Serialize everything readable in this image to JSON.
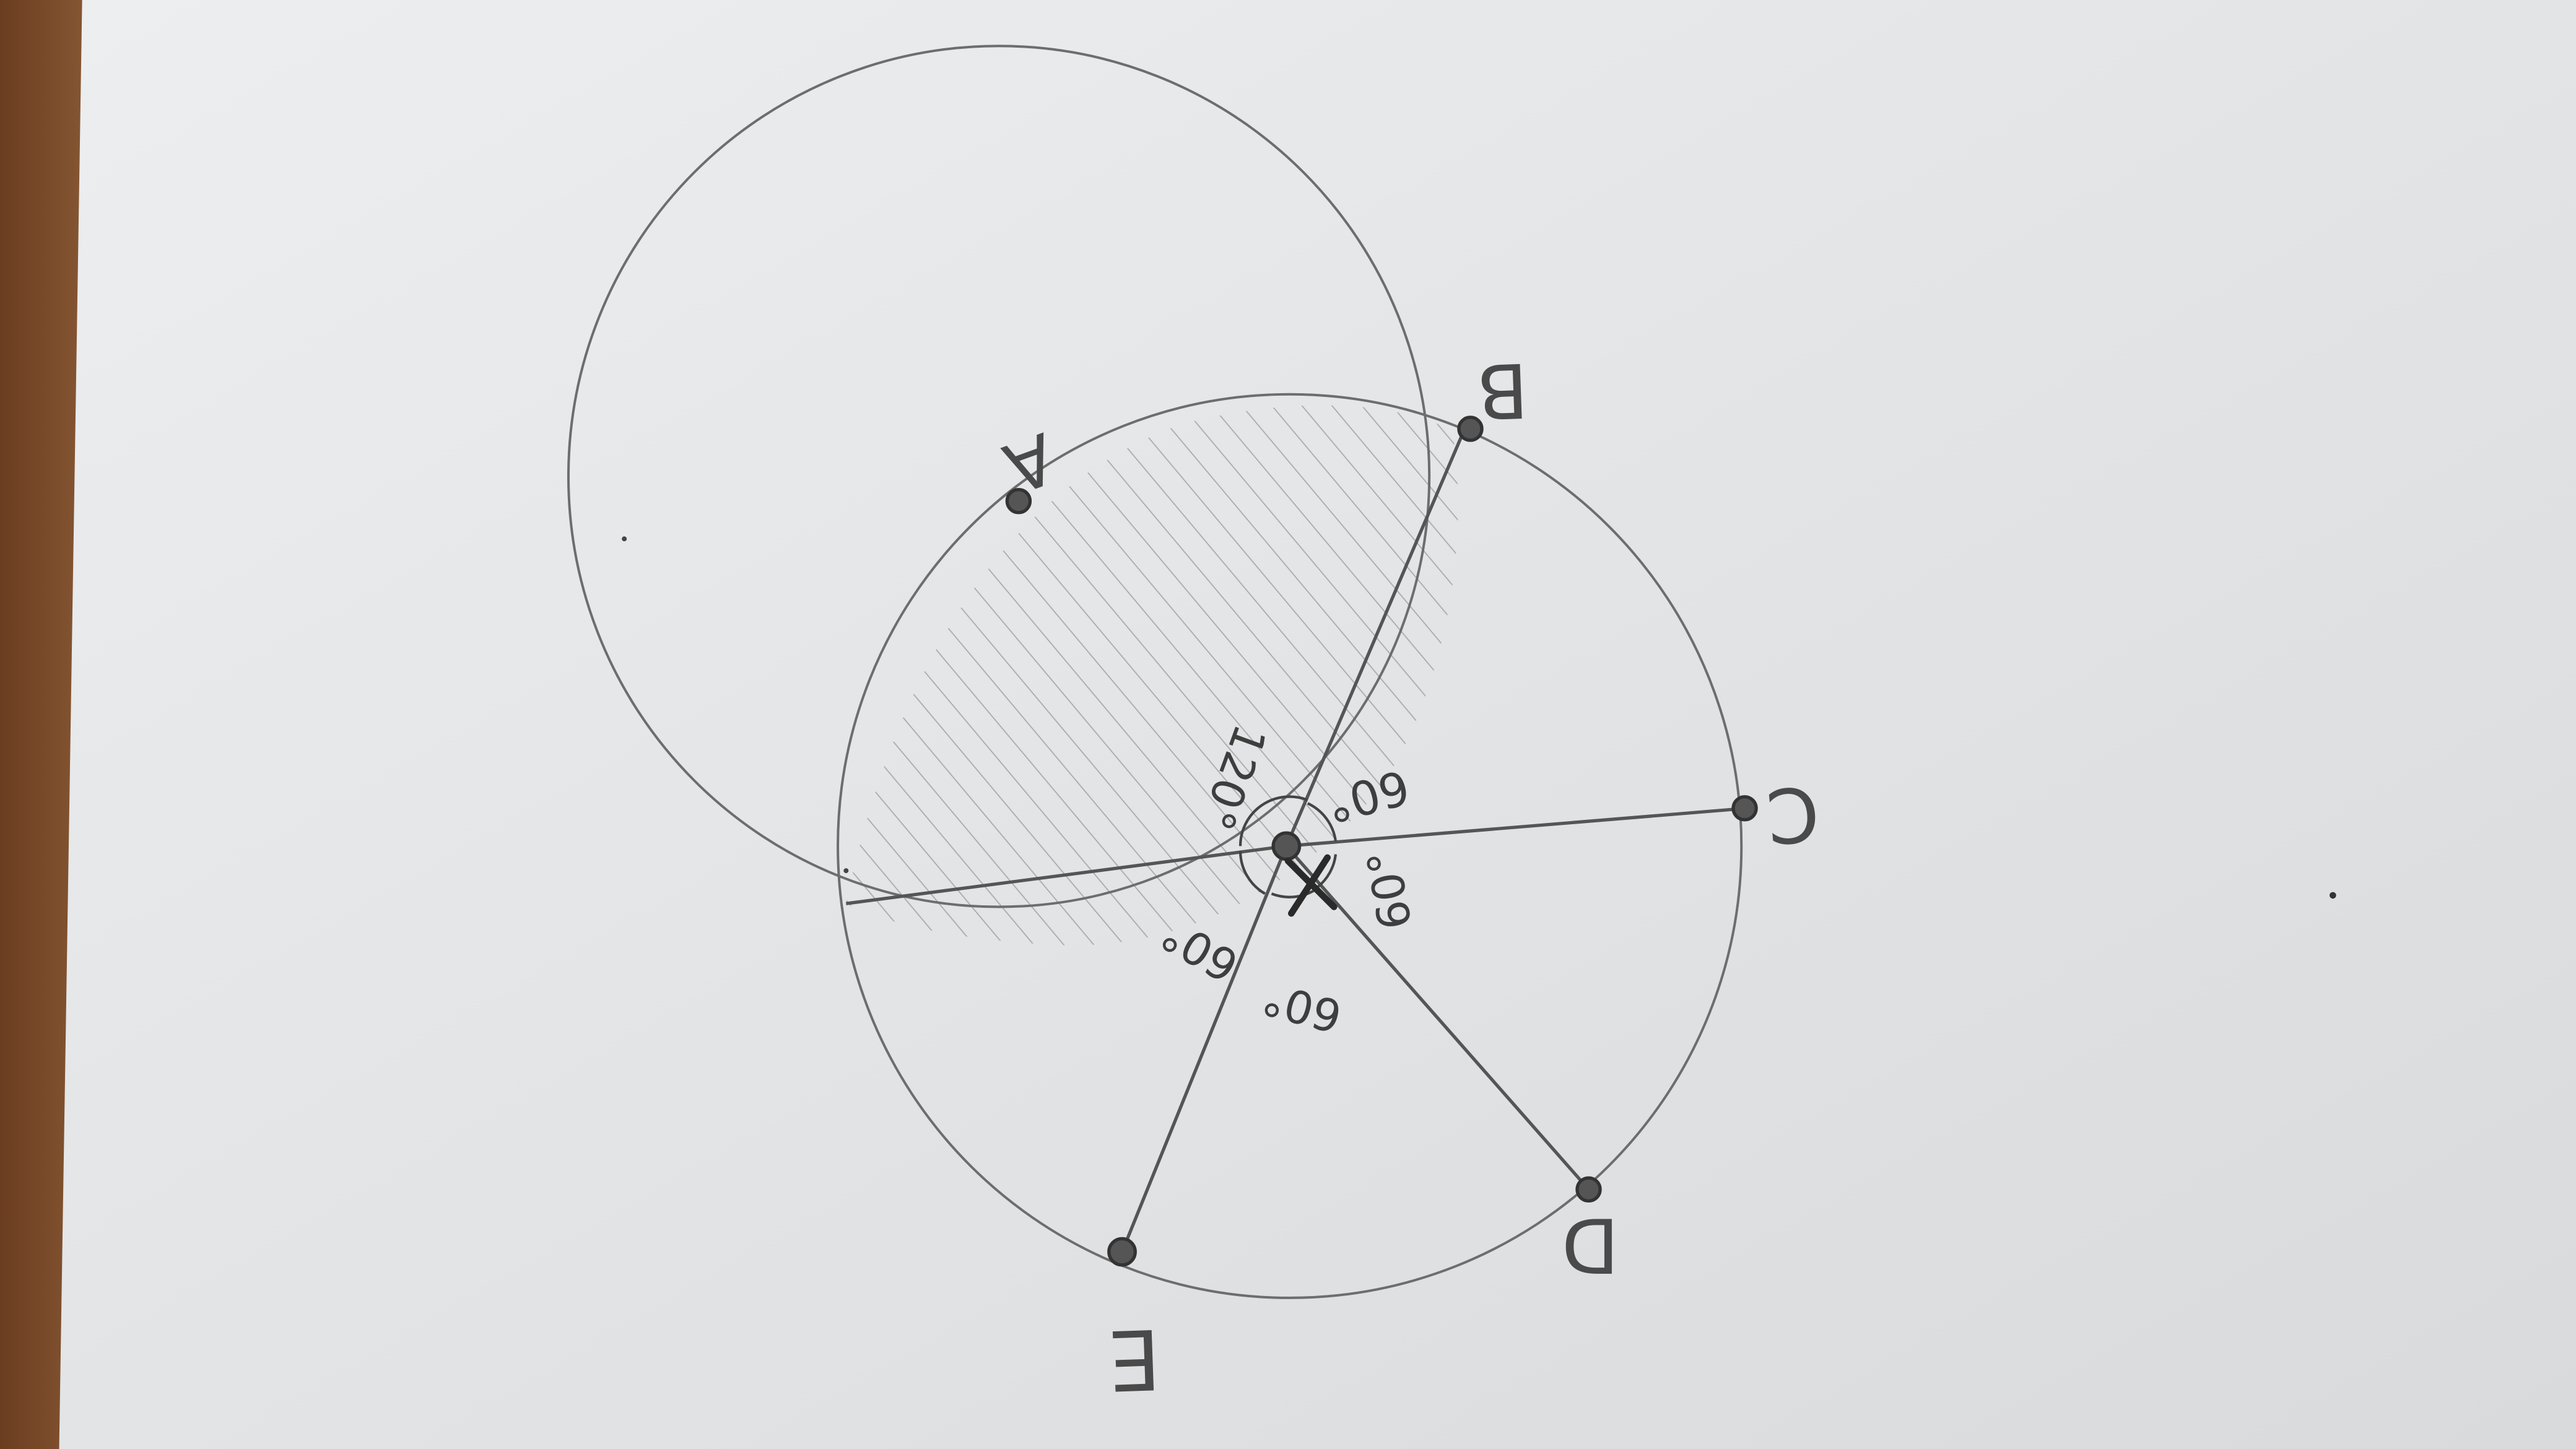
{
  "points": [
    {
      "id": "A",
      "label": "A"
    },
    {
      "id": "B",
      "label": "B"
    },
    {
      "id": "C",
      "label": "C"
    },
    {
      "id": "D",
      "label": "D"
    },
    {
      "id": "E",
      "label": "E"
    }
  ],
  "angles": {
    "a120": "120°",
    "a60_upper": "60°",
    "a60_right": "60°",
    "a60_left": "60°",
    "a60_lower": "60°"
  }
}
